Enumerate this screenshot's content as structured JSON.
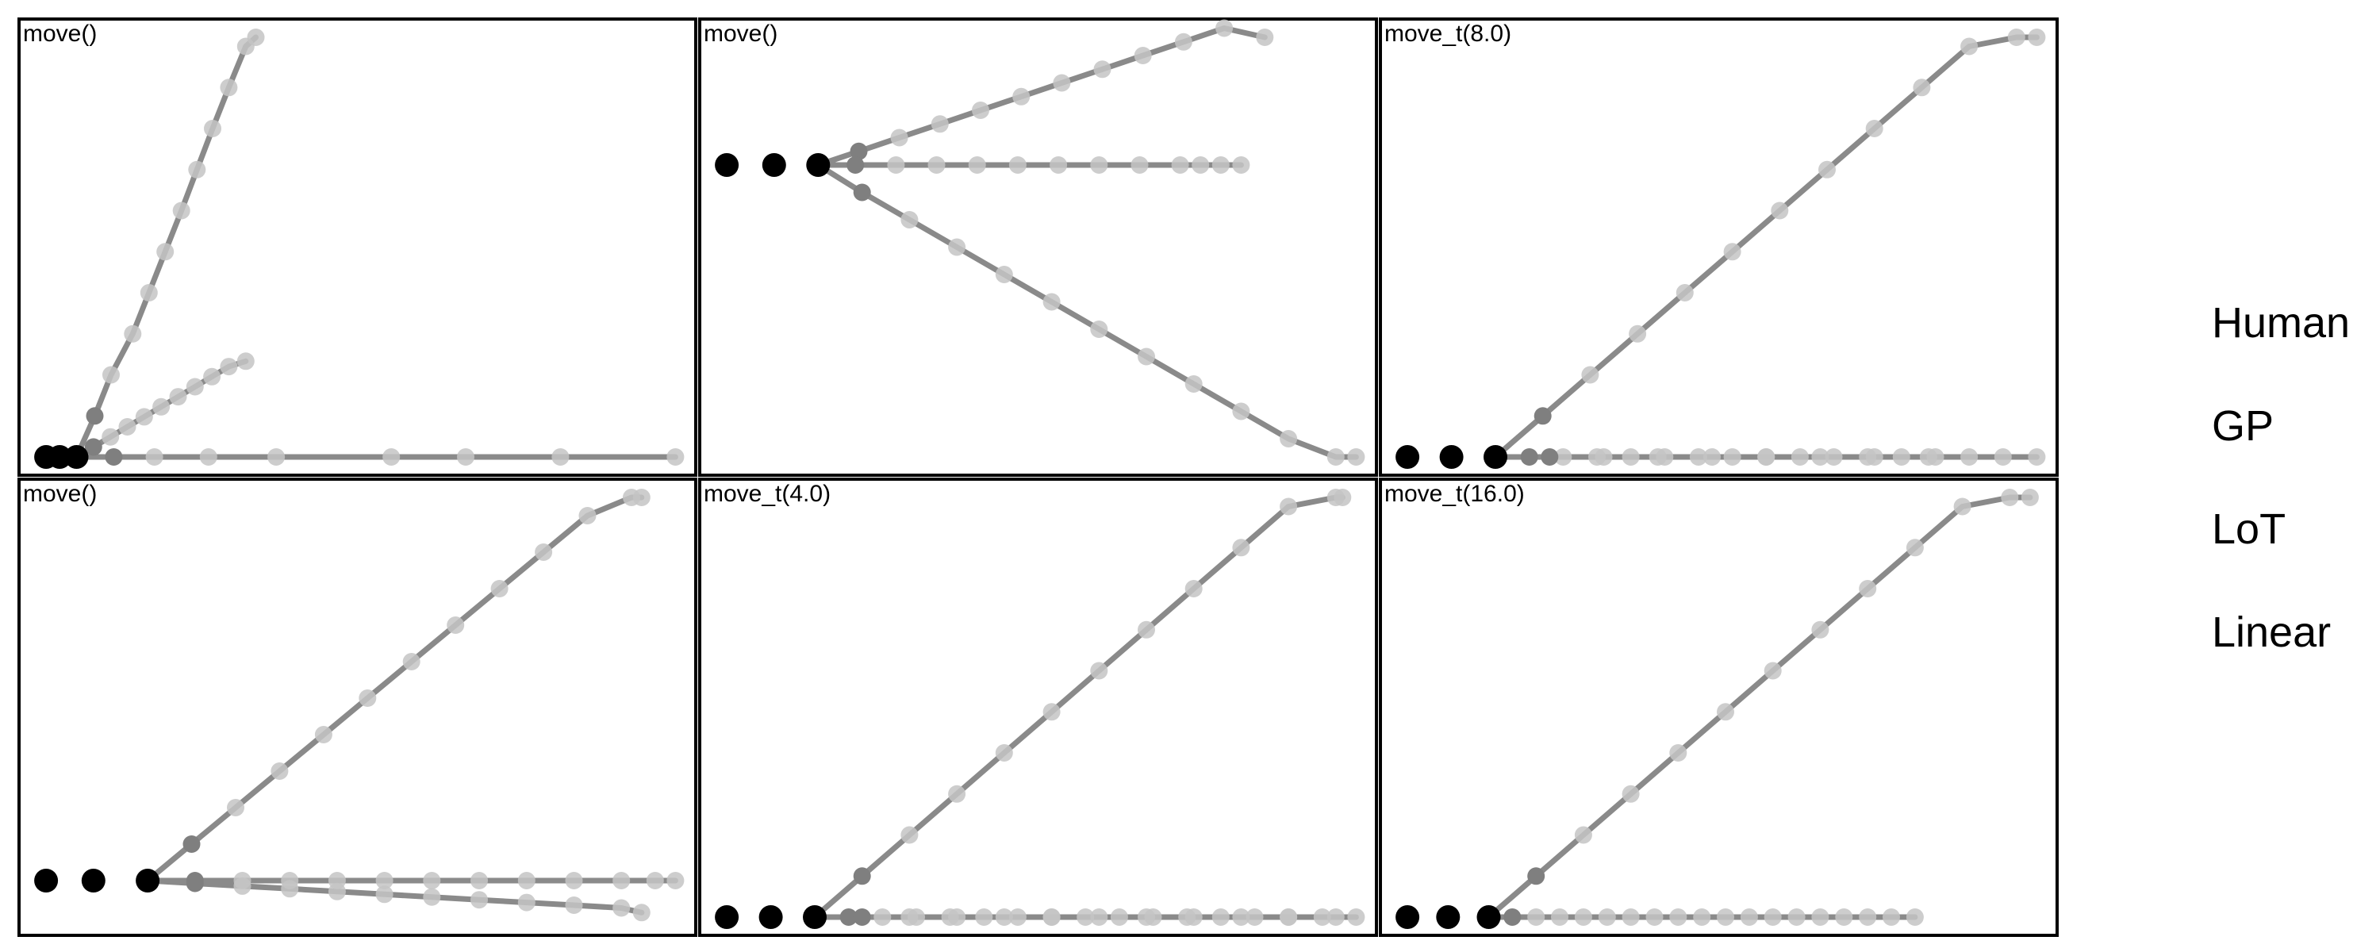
{
  "colors": {
    "line": "#8a8a8a",
    "early_point": "#7f7f7f",
    "faded_point": "#c4c4c4",
    "context_point": "#000000",
    "frame": "#000000"
  },
  "legend": {
    "items": [
      "Human",
      "GP",
      "LoT",
      "Linear"
    ]
  },
  "chart_data": [
    {
      "type": "line",
      "title": "move()",
      "xlim": [
        0,
        100
      ],
      "ylim": [
        0,
        100
      ],
      "context_points": [
        [
          4,
          4
        ],
        [
          6,
          4
        ],
        [
          8.5,
          4
        ]
      ],
      "series": [
        {
          "x": [
            8.5,
            11.2,
            13.6,
            16.8,
            19.2,
            21.6,
            24,
            26.3,
            28.6,
            31,
            33.5,
            35
          ],
          "y": [
            4,
            13,
            22,
            31,
            40,
            49,
            58,
            67,
            76,
            85,
            94,
            96
          ]
        },
        {
          "x": [
            8.5,
            11,
            13.5,
            16,
            18.5,
            21,
            23.5,
            26,
            28.5,
            31,
            33.5
          ],
          "y": [
            4,
            6.2,
            8.4,
            10.6,
            12.8,
            15,
            17.2,
            19.4,
            21.6,
            23.8,
            25
          ]
        },
        {
          "x": [
            8.5,
            14,
            20,
            28,
            38,
            55,
            66,
            80,
            97
          ],
          "y": [
            4,
            4,
            4,
            4,
            4,
            4,
            4,
            4,
            4
          ]
        }
      ]
    },
    {
      "type": "line",
      "title": "move()",
      "xlim": [
        0,
        100
      ],
      "ylim": [
        0,
        100
      ],
      "context_points": [
        [
          4,
          68
        ],
        [
          11,
          68
        ],
        [
          17.5,
          68
        ]
      ],
      "series": [
        {
          "x": [
            17.5,
            23.5,
            29.5,
            35.5,
            41.5,
            47.5,
            53.5,
            59.5,
            65.5,
            71.5,
            77.5,
            83.5
          ],
          "y": [
            68,
            71,
            74,
            77,
            80,
            83,
            86,
            89,
            92,
            95,
            98,
            96
          ]
        },
        {
          "x": [
            17.5,
            23,
            29,
            35,
            41,
            47,
            53,
            59,
            65,
            71,
            74,
            77,
            80
          ],
          "y": [
            68,
            68,
            68,
            68,
            68,
            68,
            68,
            68,
            68,
            68,
            68,
            68,
            68
          ]
        },
        {
          "x": [
            17.5,
            24,
            31,
            38,
            45,
            52,
            59,
            66,
            73,
            80,
            87,
            94,
            97
          ],
          "y": [
            68,
            62,
            56,
            50,
            44,
            38,
            32,
            26,
            20,
            14,
            8,
            4,
            4
          ]
        }
      ]
    },
    {
      "type": "line",
      "title": "move_t(8.0)",
      "xlim": [
        0,
        100
      ],
      "ylim": [
        0,
        100
      ],
      "context_points": [
        [
          4,
          4
        ],
        [
          10.5,
          4
        ],
        [
          17,
          4
        ]
      ],
      "series": [
        {
          "x": [
            17,
            24,
            31,
            38,
            45,
            52,
            59,
            66,
            73,
            80,
            87,
            94,
            97
          ],
          "y": [
            4,
            13,
            22,
            31,
            40,
            49,
            58,
            67,
            76,
            85,
            94,
            96,
            96
          ]
        },
        {
          "x": [
            17,
            22,
            27,
            32,
            37,
            42,
            47,
            52,
            57,
            62,
            67,
            72,
            77,
            82,
            87,
            92,
            97
          ],
          "y": [
            4,
            4,
            4,
            4,
            4,
            4,
            4,
            4,
            4,
            4,
            4,
            4,
            4,
            4,
            4,
            4,
            4
          ]
        },
        {
          "x": [
            17,
            25,
            33,
            41,
            49,
            57,
            65,
            73,
            81
          ],
          "y": [
            4,
            4,
            4,
            4,
            4,
            4,
            4,
            4,
            4
          ]
        }
      ]
    },
    {
      "type": "line",
      "title": "move()",
      "xlim": [
        0,
        100
      ],
      "ylim": [
        0,
        100
      ],
      "context_points": [
        [
          4,
          12
        ],
        [
          11,
          12
        ],
        [
          19,
          12
        ]
      ],
      "series": [
        {
          "x": [
            19,
            25.5,
            32,
            38.5,
            45,
            51.5,
            58,
            64.5,
            71,
            77.5,
            84,
            90.5,
            92
          ],
          "y": [
            12,
            20,
            28,
            36,
            44,
            52,
            60,
            68,
            76,
            84,
            92,
            96,
            96
          ]
        },
        {
          "x": [
            19,
            26,
            33,
            40,
            47,
            54,
            61,
            68,
            75,
            82,
            89,
            94,
            97
          ],
          "y": [
            12,
            12,
            12,
            12,
            12,
            12,
            12,
            12,
            12,
            12,
            12,
            12,
            12
          ]
        },
        {
          "x": [
            19,
            26,
            33,
            40,
            47,
            54,
            61,
            68,
            75,
            82,
            89,
            92
          ],
          "y": [
            12,
            11.4,
            10.8,
            10.2,
            9.6,
            9,
            8.4,
            7.8,
            7.2,
            6.6,
            6,
            5
          ]
        }
      ]
    },
    {
      "type": "line",
      "title": "move_t(4.0)",
      "xlim": [
        0,
        100
      ],
      "ylim": [
        0,
        100
      ],
      "context_points": [
        [
          4,
          4
        ],
        [
          10.5,
          4
        ],
        [
          17,
          4
        ]
      ],
      "series": [
        {
          "x": [
            17,
            24,
            31,
            38,
            45,
            52,
            59,
            66,
            73,
            80,
            87,
            94,
            95
          ],
          "y": [
            4,
            13,
            22,
            31,
            40,
            49,
            58,
            67,
            76,
            85,
            94,
            96,
            96
          ]
        },
        {
          "x": [
            17,
            22,
            27,
            32,
            37,
            42,
            47,
            52,
            57,
            62,
            67,
            72,
            77,
            82,
            87,
            92,
            97
          ],
          "y": [
            4,
            4,
            4,
            4,
            4,
            4,
            4,
            4,
            4,
            4,
            4,
            4,
            4,
            4,
            4,
            4,
            4
          ]
        },
        {
          "x": [
            17,
            24,
            31,
            38,
            45,
            52,
            59,
            66,
            73,
            80,
            87,
            94
          ],
          "y": [
            4,
            4,
            4,
            4,
            4,
            4,
            4,
            4,
            4,
            4,
            4,
            4
          ]
        }
      ]
    },
    {
      "type": "line",
      "title": "move_t(16.0)",
      "xlim": [
        0,
        100
      ],
      "ylim": [
        0,
        100
      ],
      "context_points": [
        [
          4,
          4
        ],
        [
          10,
          4
        ],
        [
          16,
          4
        ]
      ],
      "series": [
        {
          "x": [
            16,
            23,
            30,
            37,
            44,
            51,
            58,
            65,
            72,
            79,
            86,
            93,
            96
          ],
          "y": [
            4,
            13,
            22,
            31,
            40,
            49,
            58,
            67,
            76,
            85,
            94,
            96,
            96
          ]
        },
        {
          "x": [
            16,
            19.5,
            23,
            26.5,
            30,
            33.5,
            37,
            40.5,
            44,
            47.5,
            51,
            54.5,
            58,
            61.5,
            65,
            68.5,
            72,
            75.5,
            79
          ],
          "y": [
            4,
            4,
            4,
            4,
            4,
            4,
            4,
            4,
            4,
            4,
            4,
            4,
            4,
            4,
            4,
            4,
            4,
            4,
            4
          ]
        }
      ]
    }
  ]
}
